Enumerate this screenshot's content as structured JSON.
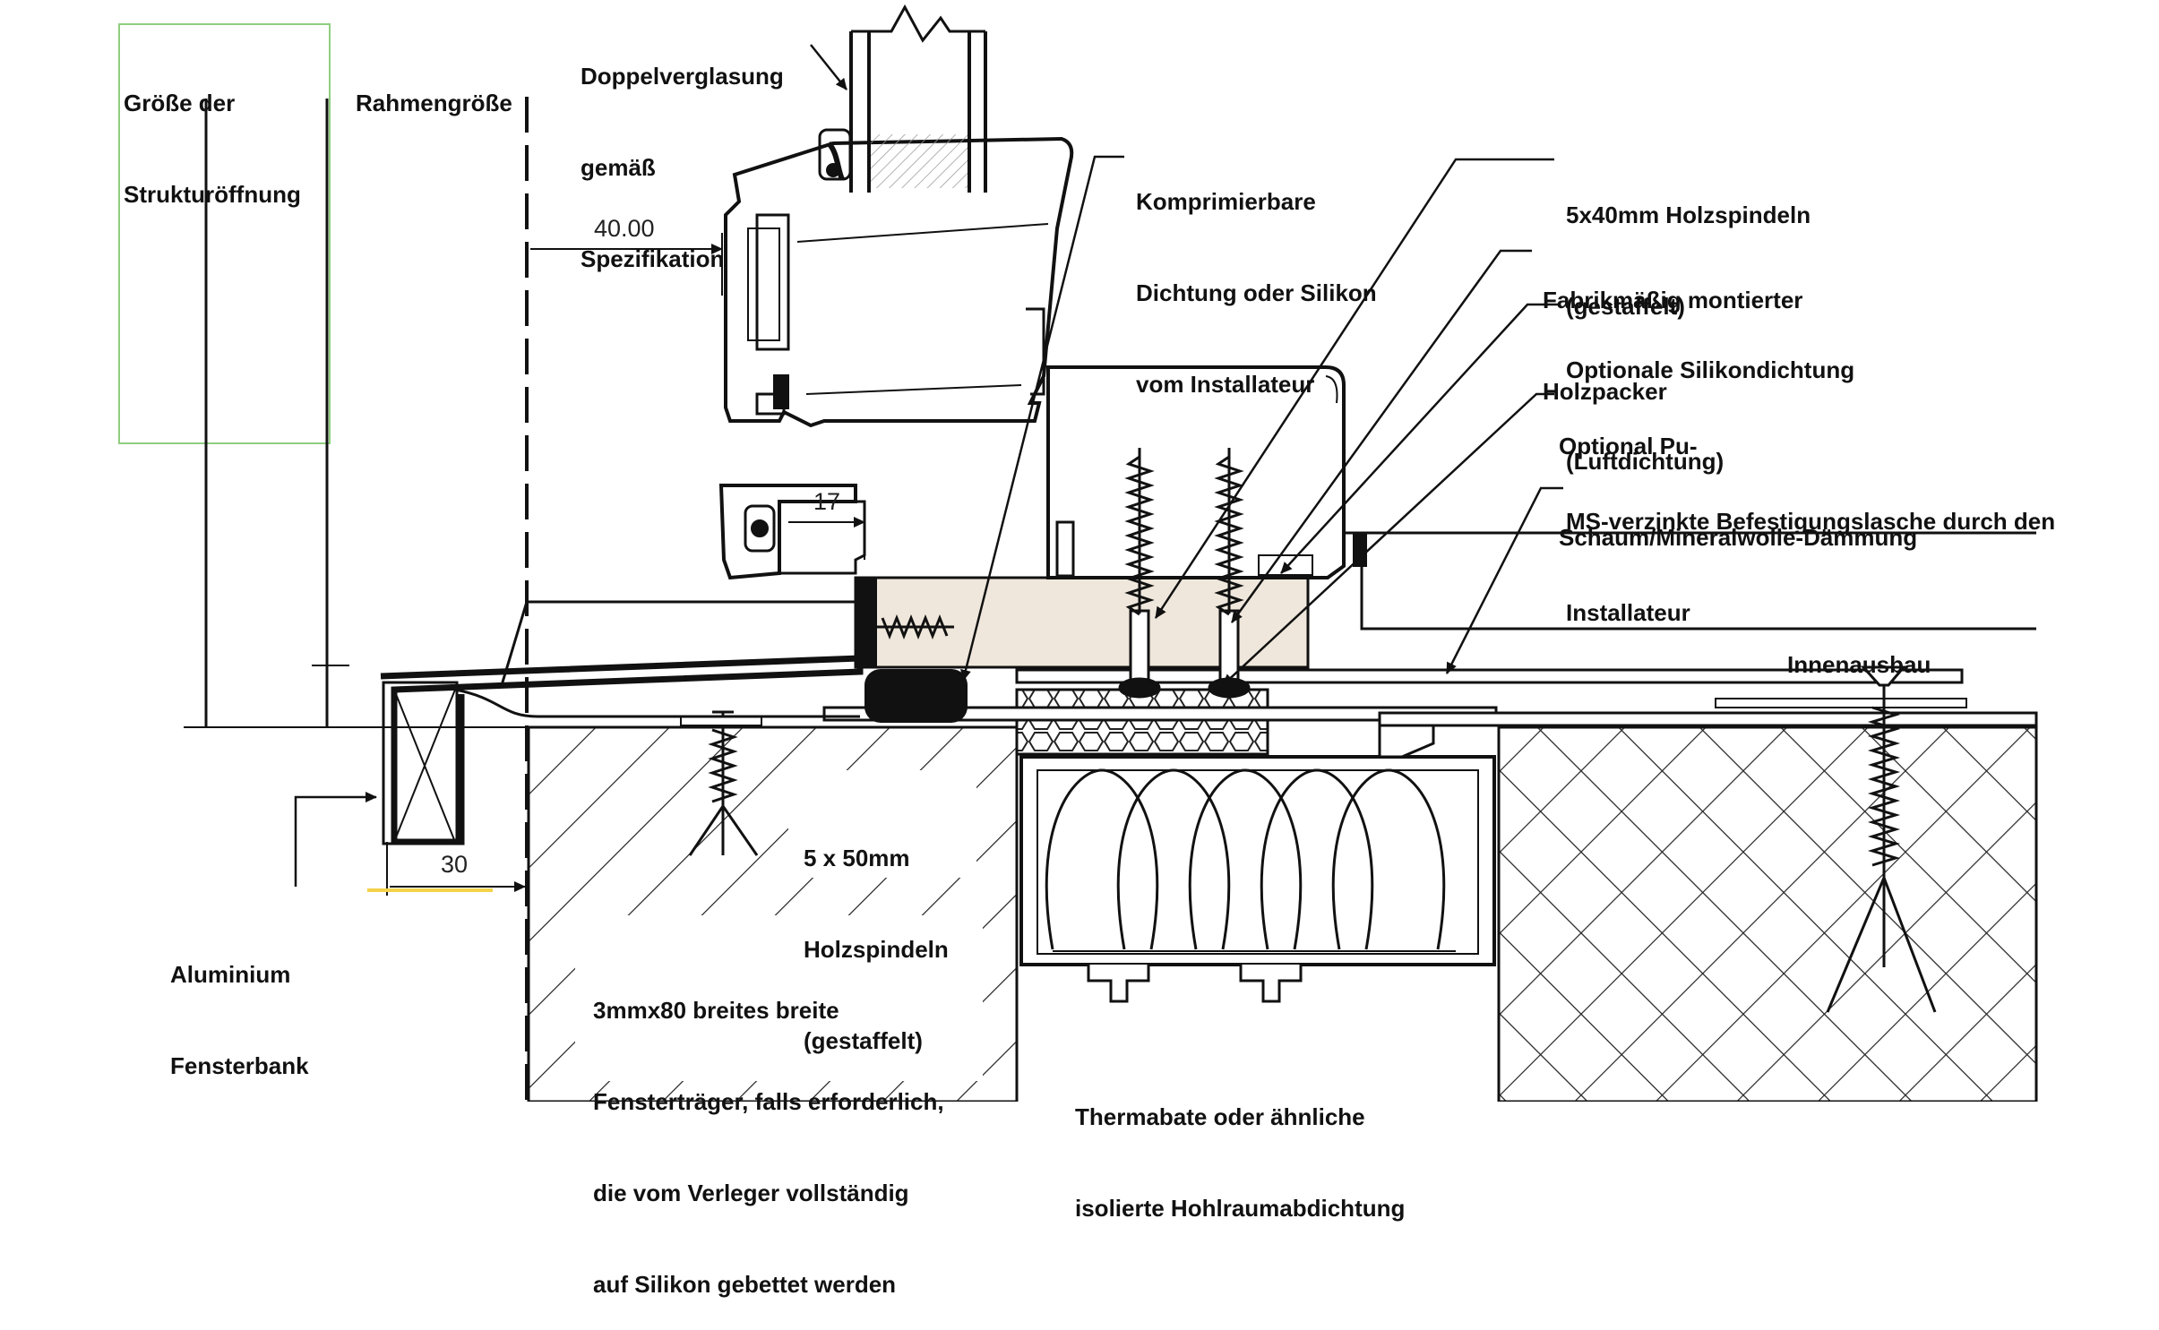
{
  "labels": {
    "structure_opening": [
      "Größe der",
      "Strukturöffnung"
    ],
    "frame_size": [
      "Rahmengröße"
    ],
    "double_glazing": [
      "Doppelverglasung",
      "gemäß",
      "Spezifikation"
    ],
    "compressible_seal": [
      "Komprimierbare",
      "Dichtung oder Silikon",
      "vom Installateur"
    ],
    "wood_screws_40": [
      "5x40mm Holzspindeln",
      "(gestaffelt)"
    ],
    "factory_packer": [
      "Fabrikmäßig montierter",
      "Holzpacker"
    ],
    "silicone_seal": [
      "Optionale Silikondichtung",
      "(Luftdichtung)"
    ],
    "pu_foam": [
      "Optional Pu-",
      "Schaum/Mineralwolle-Dämmung"
    ],
    "fixing_strap": [
      "MS-verzinkte Befestigungslasche durch den",
      "Installateur"
    ],
    "interior_finish": [
      "Innenausbau"
    ],
    "wood_screws_50": [
      "5 x 50mm",
      "Holzspindeln",
      "(gestaffelt)"
    ],
    "aluminium_sill": [
      "Aluminium",
      "Fensterbank"
    ],
    "window_bearer": [
      "3mmx80 breites breite",
      "Fensterträger, falls erforderlich,",
      "die vom Verleger vollständig",
      "auf Silikon gebettet werden"
    ],
    "cavity_closer": [
      "Thermabate oder ähnliche",
      "isolierte Hohlraumabdichtung"
    ]
  },
  "dimensions": {
    "d40": "40.00",
    "d17": "17",
    "d30": "30"
  },
  "colors": {
    "line": "#1a1a1a",
    "packer_fill": "#efe7db",
    "highlight_box": "#8fce7f",
    "accent_yellow": "#f4d24a"
  }
}
